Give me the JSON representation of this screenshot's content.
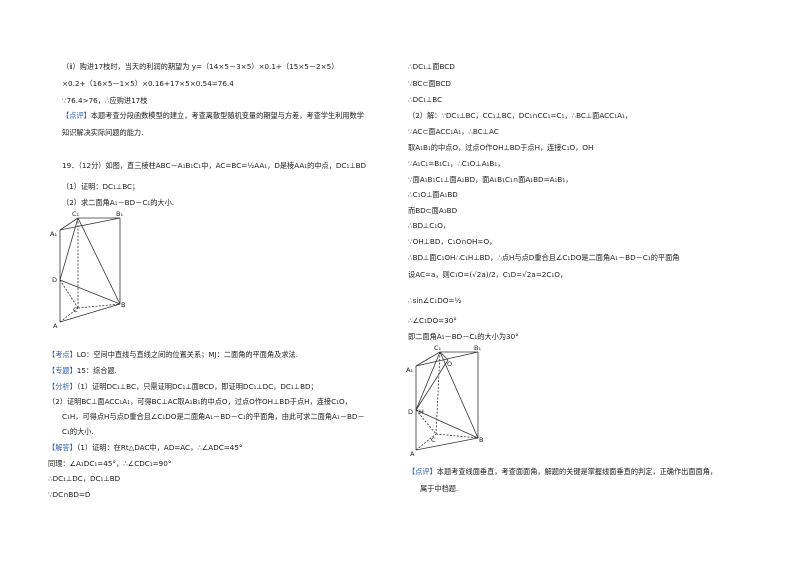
{
  "left": {
    "l1": "（ⅱ）购进17枝时，当天的利润的期望为 y=（14×5－3×5）×0.1+（15×5－2×5）",
    "l2": "×0.2+（16×5－1×5）×0.16+17×5×0.54=76.4",
    "l3": "∵76.4>76，∴应购进17枝",
    "l4_tag": "【点评】",
    "l4": "本题考查分段函数模型的建立，考查离散型随机变量的期望与方差，考查学生利用数学",
    "l5": "知识解决实际问题的能力.",
    "q19": "19．（12分）如图，直三棱柱ABC－A₁B₁C₁中，AC=BC=½AA₁，D是棱AA₁的中点，DC₁⊥BD",
    "q19_1": "（1）证明：DC₁⊥BC；",
    "q19_2": "（2）求二面角A₁－BD－C₁的大小.",
    "kd_tag": "【考点】",
    "kd": "LO：空间中直线与直线之间的位置关系；MJ：二面角的平面角及求法.",
    "zt_tag": "【专题】",
    "zt": "15：综合题.",
    "fx_tag": "【分析】",
    "fx1": "（1）证明DC₁⊥BC，只需证明DC₁⊥面BCD，即证明DC₁⊥DC，DC₁⊥BD；",
    "fx2": "（2）证明BC⊥面ACC₁A₁，可得BC⊥AC取A₁B₁的中点O，过点O作OH⊥BD于点H，连接C₁O，",
    "fx3": "C₁H，可得点H与点D重合且∠C₁DO是二面角A₁－BD－C₁的平面角，由此可求二面角A₁－BD－",
    "fx4": "C₁的大小.",
    "jd_tag": "【解答】",
    "jd1": "（1）证明：在Rt△DAC中，AD=AC，∴∠ADC=45°",
    "jd2": "同理：∠A₁DC₁=45°，∴∠CDC₁=90°",
    "jd3": "∴DC₁⊥DC，DC₁⊥BD",
    "jd4": "∵DC∩BD=D"
  },
  "right": {
    "r1": "∴DC₁⊥面BCD",
    "r2": "∵BC⊂面BCD",
    "r3": "∴DC₁⊥BC",
    "r4": "（2）解：∵DC₁⊥BC，CC₁⊥BC，DC₁∩CC₁=C₁，∴BC⊥面ACC₁A₁，",
    "r5": "∵AC⊂面ACC₁A₁，∴BC⊥AC",
    "r6": "取A₁B₁的中点O，过点O作OH⊥BD于点H，连接C₁O，OH",
    "r7": "∵A₁C₁=B₁C₁，∴C₁O⊥A₁B₁，",
    "r8": "∵面A₁B₁C₁⊥面A₁BD，面A₁B₁C₁∩面A₁BD=A₁B₁，",
    "r9": "∴C₁O⊥面A₁BD",
    "r10": "而BD⊂面A₁BD",
    "r11": "∴BD⊥C₁O，",
    "r12": "∵OH⊥BD，C₁O∩OH=O，",
    "r13": "∴BD⊥面C₁OH∴C₁H⊥BD，∴点H与点D重合且∠C₁DO是二面角A₁－BD－C₁的平面角",
    "r14": "设AC=a，则C₁O=(√2a)/2，C₁D=√2a=2C₁O，",
    "r15": "∴sin∠C₁DO=½",
    "r16": "∴∠C₁DO=30°",
    "r17": "即二面角A₁－BD－C₁的大小为30°",
    "dp_tag": "【点评】",
    "dp1": "本题考查线面垂直，考查面面角，解题的关键是掌握线面垂直的判定，正确作出面面角，",
    "dp2": "属于中档题."
  },
  "fig_labels": {
    "C1": "C₁",
    "B1": "B₁",
    "A1": "A₁",
    "D": "D",
    "C": "C",
    "A": "A",
    "B": "B",
    "O": "O",
    "H": "H"
  }
}
